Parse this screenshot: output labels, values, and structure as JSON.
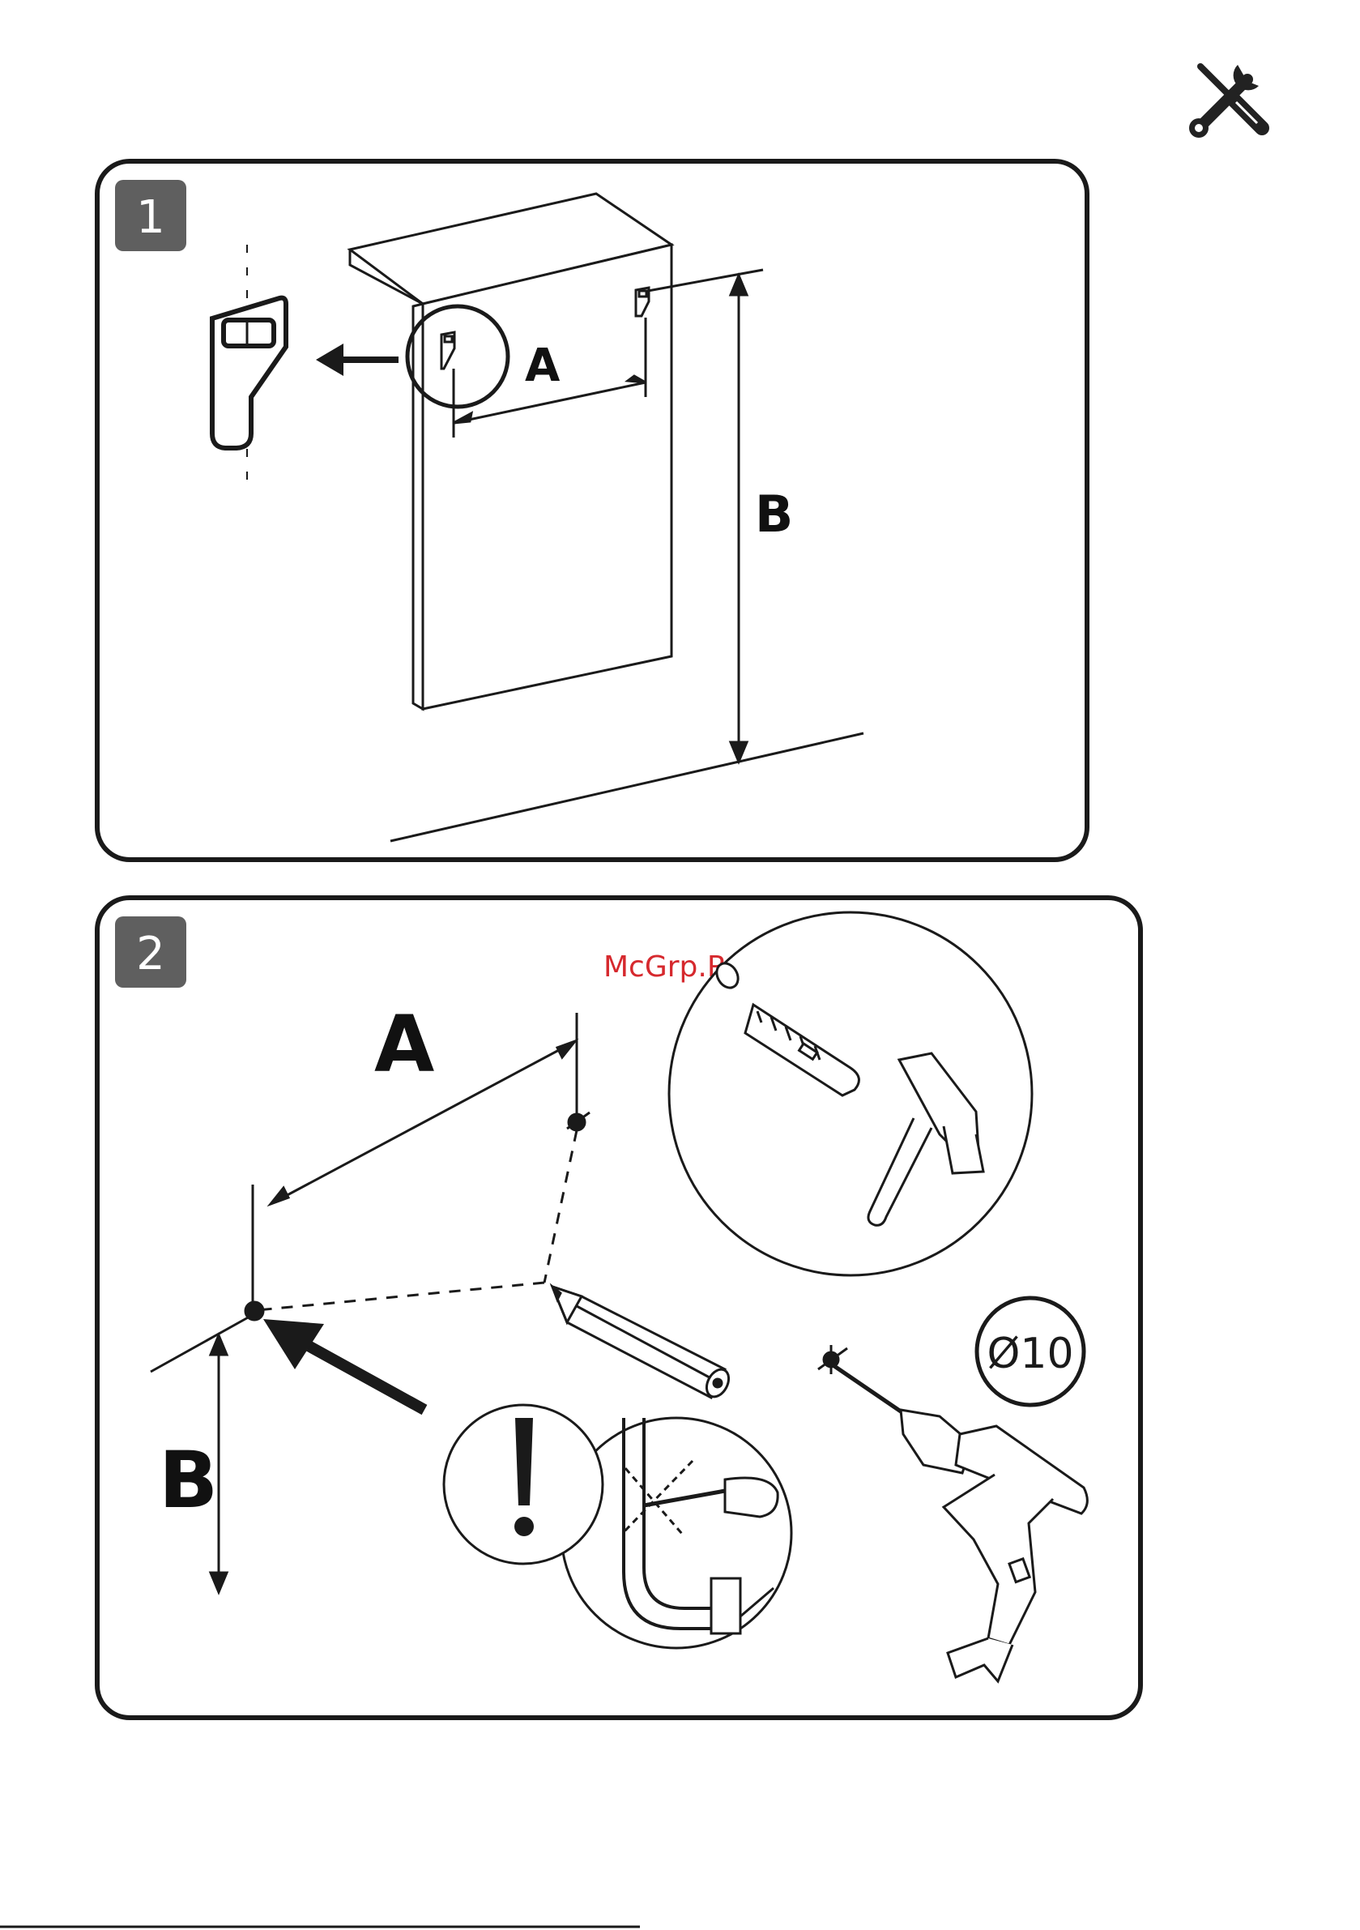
{
  "document": {
    "header_icon": "tools-icon",
    "watermark": "McGrp.Ru",
    "steps": [
      {
        "number": "1",
        "label_a": "A",
        "label_b": "B"
      },
      {
        "number": "2",
        "label_a": "A",
        "label_b": "B",
        "diameter": "Ø10",
        "warning": "!"
      }
    ]
  },
  "colors": {
    "panel_border": "#1a1a1a",
    "badge_fill": "#5f5f5f",
    "watermark": "#d6292e"
  }
}
